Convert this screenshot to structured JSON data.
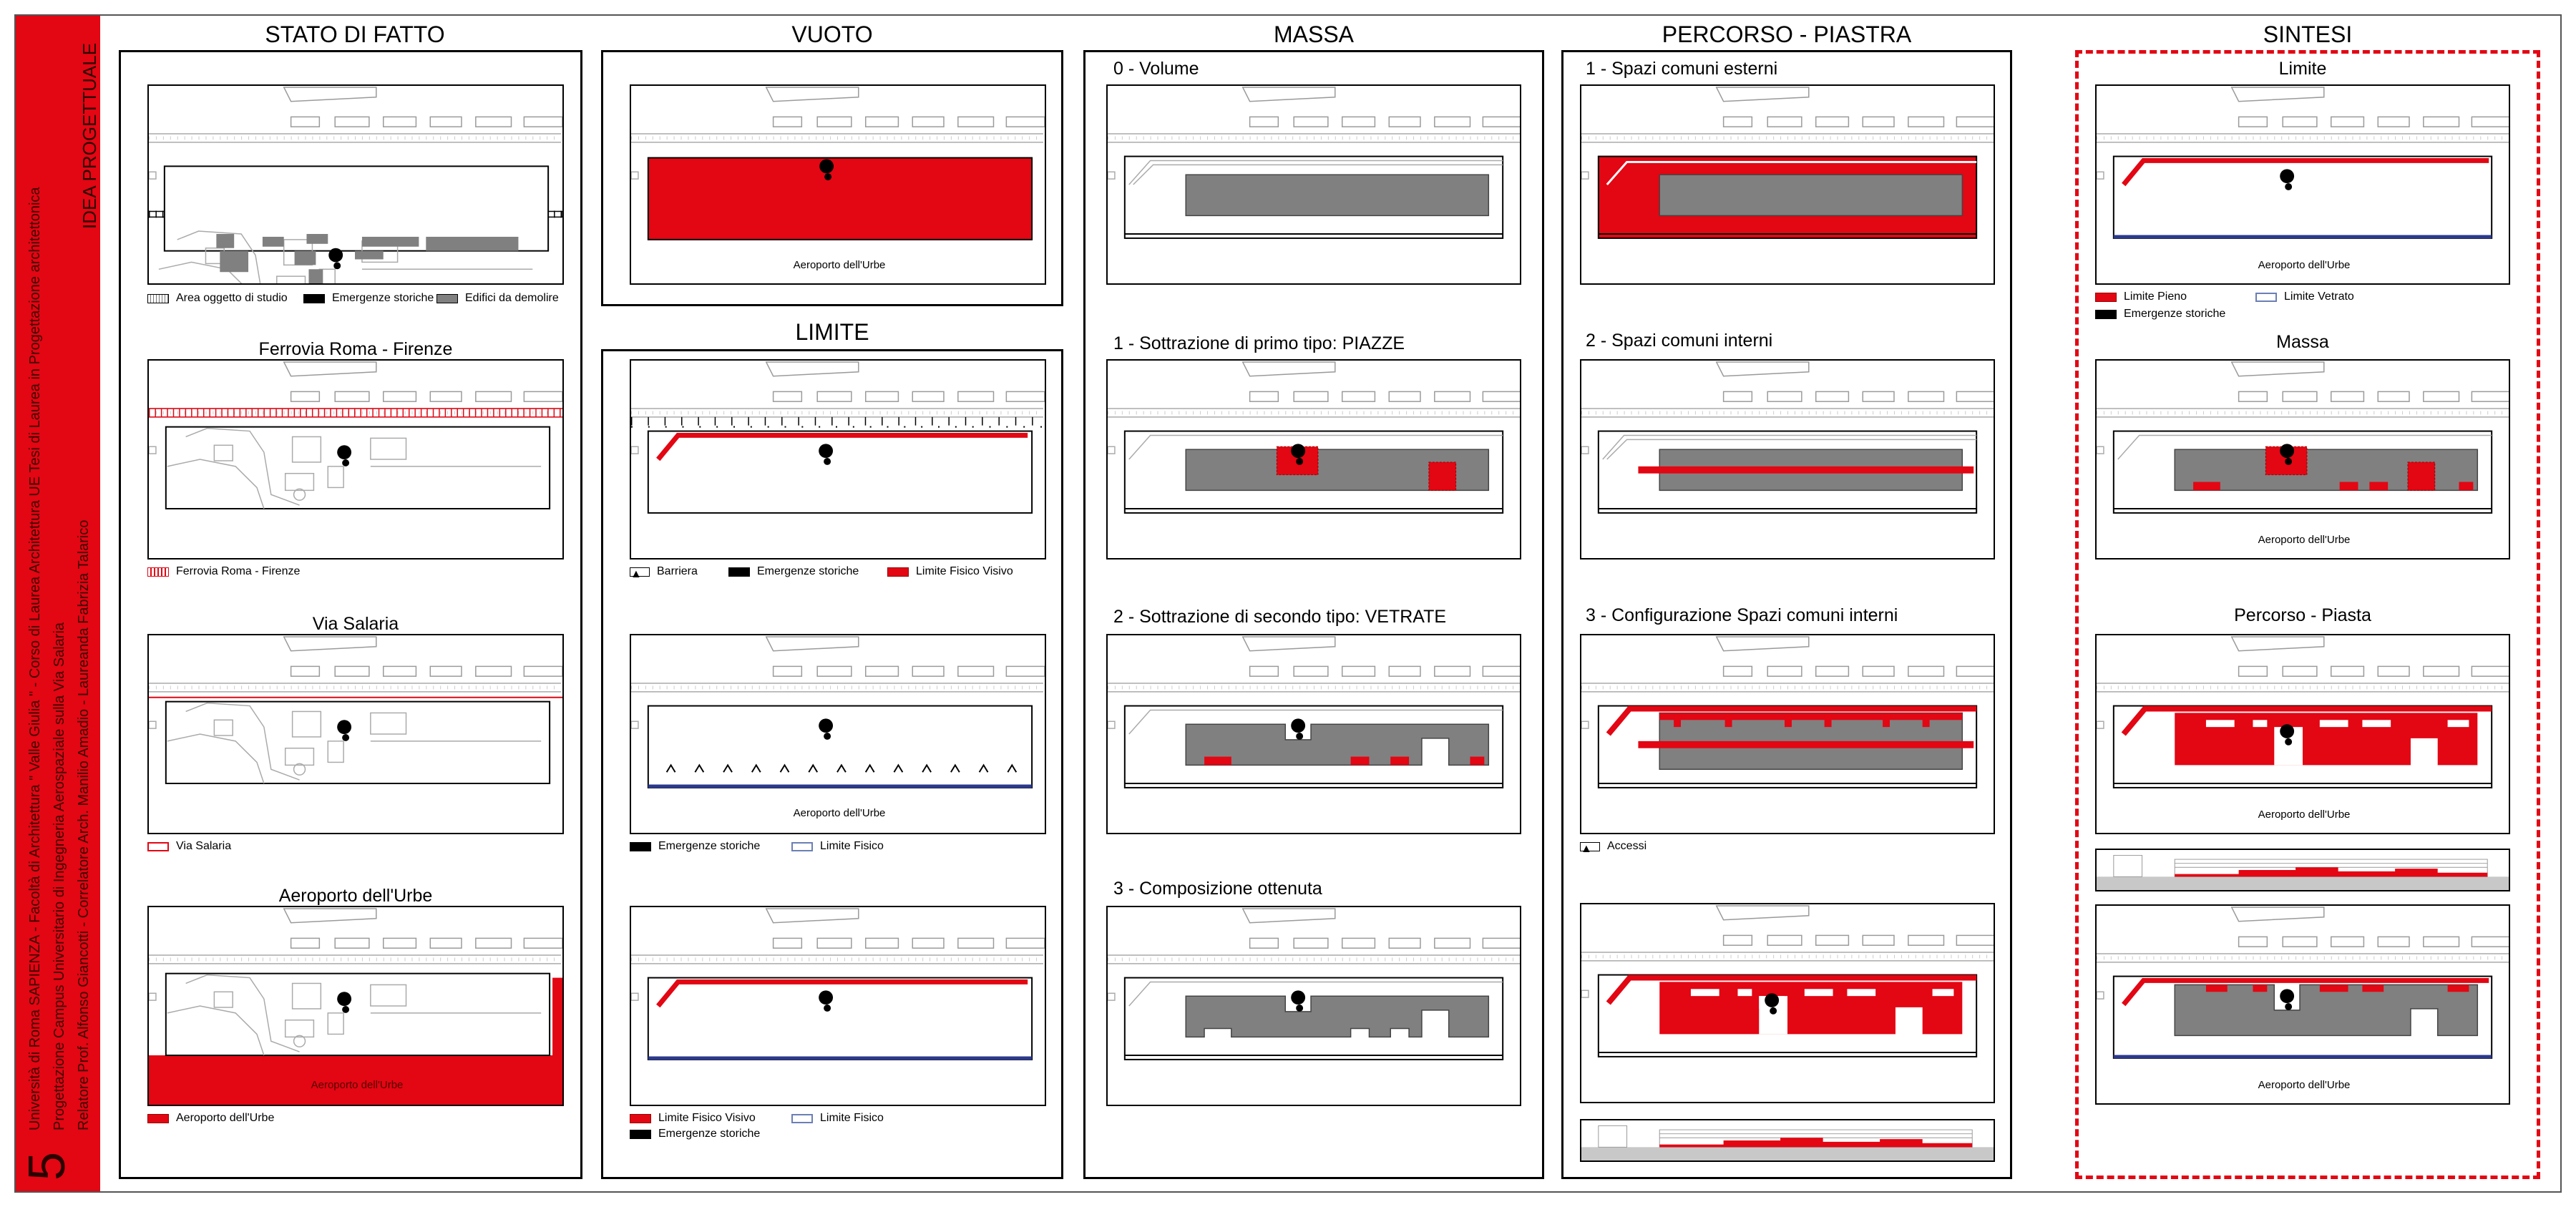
{
  "sidebar": {
    "number": "5",
    "line1": "Università di Roma SAPIENZA - Facoltà di Architettura \" Valle Giulia \" - Corso di Laurea Architettura UE   Tesi di Laurea in Progettazione architettonica",
    "line2": "Progettazione Campus Universitario di Ingegneria Aerospaziale sulla Via Salaria",
    "line3": "Relatore Prof. Alfonso Giancotti  - Correlatore Arch. Manilio Amadio  -  Laureanda Fabrizia Talarico",
    "label": "IDEA PROGETTUALE"
  },
  "columns": {
    "c1": "STATO DI FATTO",
    "c2a": "VUOTO",
    "c2b": "LIMITE",
    "c3": "MASSA",
    "c4": "PERCORSO - PIASTRA",
    "c5": "SINTESI"
  },
  "stato": {
    "t2": "Ferrovia Roma - Firenze",
    "t3": "Via Salaria",
    "t4": "Aeroporto dell'Urbe",
    "leg1a": "Area oggetto di studio",
    "leg1b": "Emergenze storiche",
    "leg1c": "Edifici da demolire",
    "leg2": "Ferrovia Roma - Firenze",
    "leg3": "Via Salaria",
    "leg4": "Aeroporto dell'Urbe",
    "cap4": "Aeroporto dell'Urbe"
  },
  "vuoto": {
    "cap": "Aeroporto dell'Urbe"
  },
  "limite": {
    "leg1a": "Barriera",
    "leg1b": "Emergenze storiche",
    "leg1c": "Limite Fisico Visivo",
    "cap2": "Aeroporto dell'Urbe",
    "leg2a": "Emergenze storiche",
    "leg2b": "Limite Fisico",
    "leg3a": "Limite Fisico Visivo",
    "leg3b": "Limite Fisico",
    "leg3c": "Emergenze storiche"
  },
  "massa": {
    "t1": "0 - Volume",
    "t2": "1 - Sottrazione di primo tipo: PIAZZE",
    "t3": "2 - Sottrazione di secondo tipo: VETRATE",
    "t4": "3 - Composizione ottenuta"
  },
  "percorso": {
    "t1": "1 - Spazi comuni esterni",
    "t2": "2 - Spazi comuni interni",
    "t3": "3 - Configurazione Spazi comuni interni",
    "leg3": "Accessi"
  },
  "sintesi": {
    "t1": "Limite",
    "t2": "Massa",
    "t3": "Percorso - Piasta",
    "cap1": "Aeroporto dell'Urbe",
    "cap2": "Aeroporto dell'Urbe",
    "cap3": "Aeroporto dell'Urbe",
    "cap4": "Aeroporto dell'Urbe",
    "leg1a": "Limite Pieno",
    "leg1b": "Limite Vetrato",
    "leg1c": "Emergenze storiche"
  }
}
